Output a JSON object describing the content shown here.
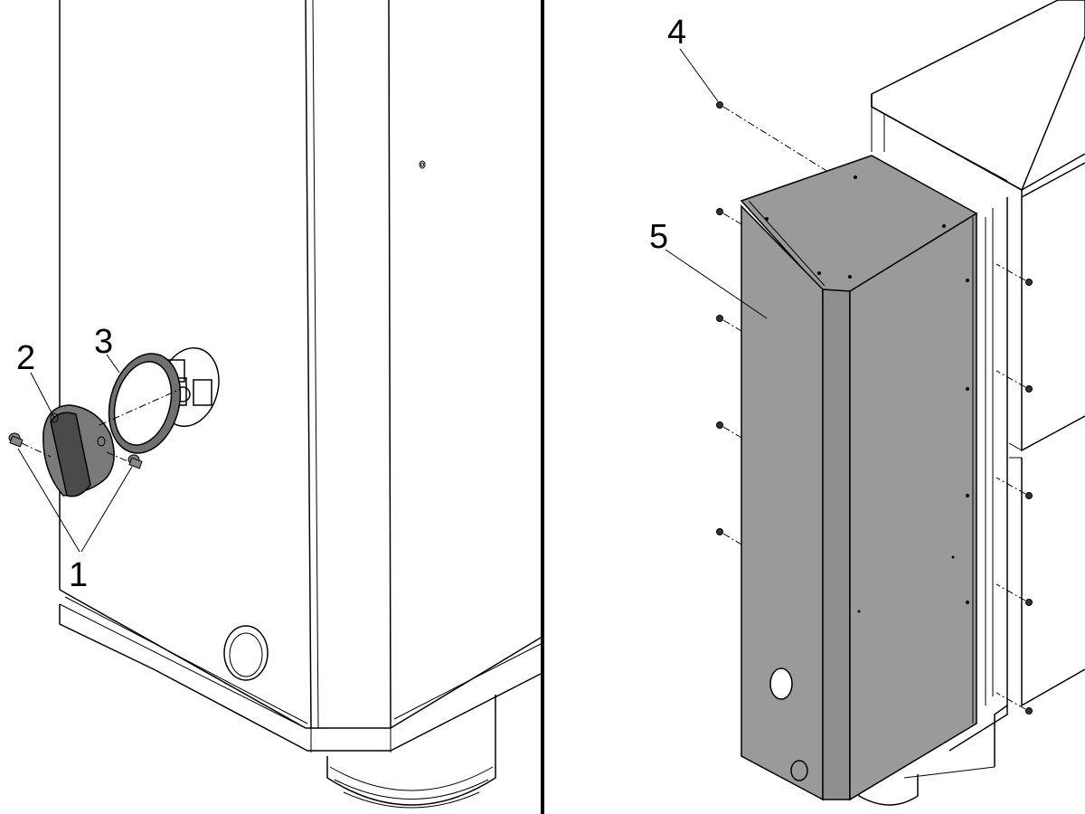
{
  "diagram": {
    "callouts": {
      "c1": "1",
      "c2": "2",
      "c3": "3",
      "c4": "4",
      "c5": "5"
    }
  },
  "colors": {
    "line": "#000000",
    "panel": "#9a9a9a",
    "background": "#ffffff"
  }
}
